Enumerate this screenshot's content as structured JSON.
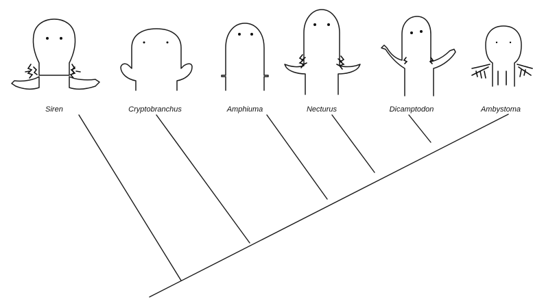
{
  "taxa": [
    {
      "id": "siren",
      "label": "Siren",
      "gills": "external"
    },
    {
      "id": "cryptobranchus",
      "label": "Cryptobranchus",
      "gills": "none"
    },
    {
      "id": "amphiuma",
      "label": "Amphiuma",
      "gills": "none"
    },
    {
      "id": "necturus",
      "label": "Necturus",
      "gills": "external"
    },
    {
      "id": "dicamptodon",
      "label": "Dicamptodon",
      "gills": "reduced"
    },
    {
      "id": "ambystoma",
      "label": "Ambystoma",
      "gills": "external-feathery"
    }
  ],
  "tree": {
    "topology": "(Siren,(Cryptobranchus,(Amphiuma,(Necturus,(Dicamptodon,Ambystoma)))))",
    "style": "diagonal-ladder"
  },
  "colors": {
    "ink": "#1a1a1a",
    "background": "#ffffff"
  }
}
